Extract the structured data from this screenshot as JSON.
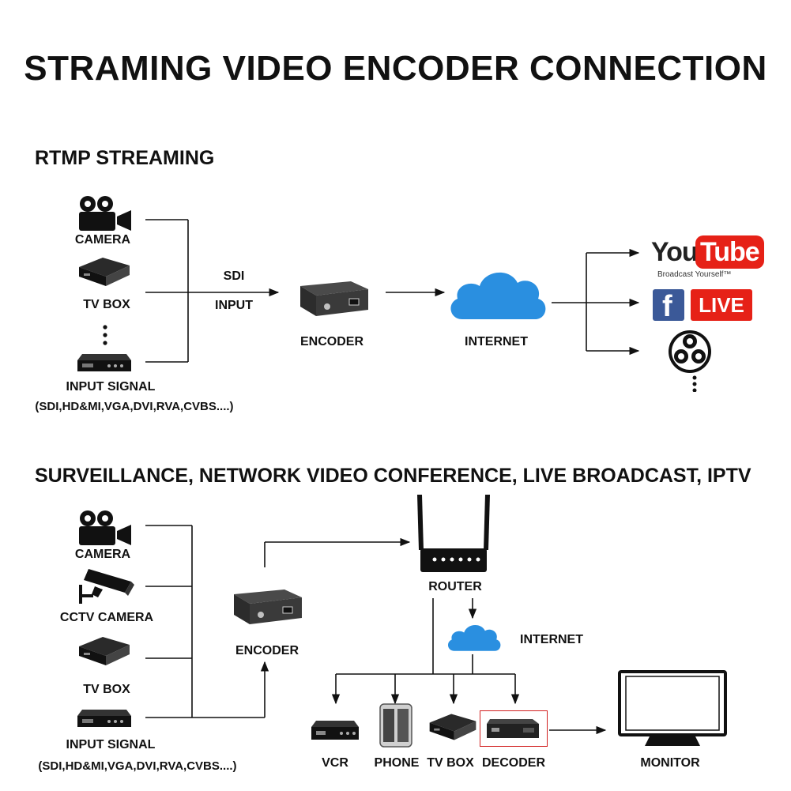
{
  "title": "STRAMING VIDEO ENCODER CONNECTION",
  "rtmp": {
    "heading": "RTMP STREAMING",
    "camera": "CAMERA",
    "tvbox": "TV BOX",
    "input_signal": "INPUT SIGNAL",
    "input_types": "(SDI,HD&MI,VGA,DVI,RVA,CVBS....)",
    "sdi": "SDI",
    "input": "INPUT",
    "encoder": "ENCODER",
    "internet": "INTERNET",
    "youtube_you": "You",
    "youtube_tube": "Tube",
    "youtube_tag": "Broadcast Yourself™",
    "facebook_f": "f",
    "live": "LIVE"
  },
  "surveillance": {
    "heading": "SURVEILLANCE, NETWORK VIDEO CONFERENCE, LIVE BROADCAST, IPTV",
    "camera": "CAMERA",
    "cctv": "CCTV CAMERA",
    "tvbox": "TV BOX",
    "input_signal": "INPUT SIGNAL",
    "input_types": "(SDI,HD&MI,VGA,DVI,RVA,CVBS....)",
    "encoder": "ENCODER",
    "router": "ROUTER",
    "internet": "INTERNET",
    "vcr": "VCR",
    "phone": "PHONE",
    "tvbox2": "TV BOX",
    "decoder": "DECODER",
    "monitor": "MONITOR"
  },
  "colors": {
    "cloud": "#2a8fe0",
    "youtube_red": "#e62117",
    "facebook_blue": "#3b5998",
    "decoder_border": "#d22020"
  }
}
